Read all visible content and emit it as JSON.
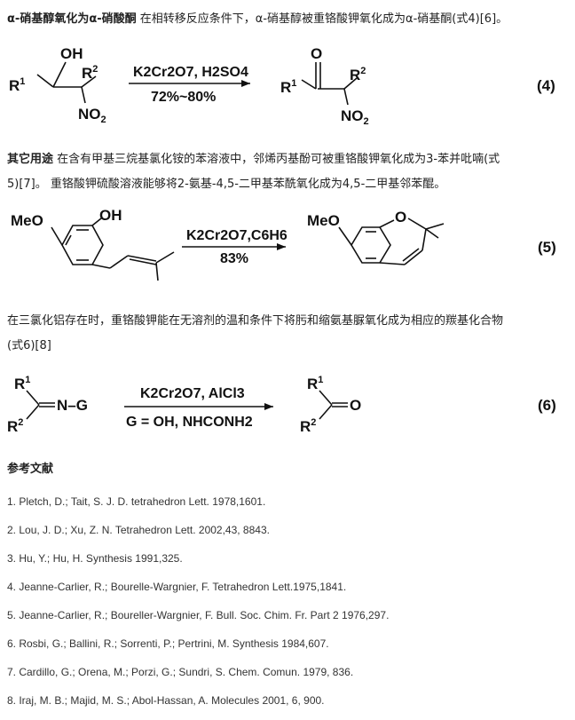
{
  "section1": {
    "heading": "α-硝基醇氧化为α-硝酸酮",
    "text": " 在相转移反应条件下，α-硝基醇被重铬酸钾氧化成为α-硝基酮(式4)[6]。"
  },
  "eq4": {
    "reactant": {
      "oh": "OH",
      "r1": "R",
      "r1_sup": "1",
      "r2": "R",
      "r2_sup": "2",
      "no2": "NO",
      "no2_sub": "2"
    },
    "reagent_top": "K2Cr2O7, H2SO4",
    "reagent_bottom": "72%~80%",
    "product": {
      "o": "O",
      "r1": "R",
      "r1_sup": "1",
      "r2": "R",
      "r2_sup": "2",
      "no2": "NO",
      "no2_sub": "2"
    },
    "number": "(4)"
  },
  "section2": {
    "heading": "其它用途",
    "line1": " 在含有甲基三烷基氯化铵的苯溶液中，邻烯丙基酚可被重铬酸钾氧化成为3-苯并吡喃(式",
    "line2": "5)[7]。 重铬酸钾硫酸溶液能够将2-氨基-4,5-二甲基苯酰氧化成为4,5-二甲基邻苯醌。"
  },
  "eq5": {
    "reactant": {
      "meo": "MeO",
      "oh": "OH"
    },
    "reagent_top": "K2Cr2O7,C6H6",
    "reagent_bottom": "83%",
    "product": {
      "meo": "MeO",
      "o": "O"
    },
    "number": "(5)"
  },
  "section3": {
    "line1": "在三氯化铝存在时，重铬酸钾能在无溶剂的温和条件下将肟和缩氨基脲氧化成为相应的羰基化合物",
    "line2": "(式6)[8]"
  },
  "eq6": {
    "reactant": {
      "r1": "R",
      "r1_sup": "1",
      "r2": "R",
      "r2_sup": "2",
      "ng": "N–G"
    },
    "reagent_top": "K2Cr2O7, AlCl3",
    "reagent_bottom": "G = OH, NHCONH2",
    "product": {
      "r1": "R",
      "r1_sup": "1",
      "r2": "R",
      "r2_sup": "2",
      "o": "O"
    },
    "number": "(6)"
  },
  "references": {
    "title": "参考文献",
    "items": [
      "1. Pletch, D.; Tait, S. J. D. tetrahedron Lett. 1978,1601.",
      "2. Lou, J. D.; Xu, Z. N. Tetrahedron Lett. 2002,43, 8843.",
      "3. Hu, Y.; Hu, H. Synthesis 1991,325.",
      "4. Jeanne-Carlier, R.; Bourelle-Wargnier, F. Tetrahedron Lett.1975,1841.",
      "5. Jeanne-Carlier, R.; Boureller-Wargnier, F. Bull. Soc. Chim. Fr. Part 2 1976,297.",
      "6. Rosbi, G.; Ballini, R.; Sorrenti, P.; Pertrini, M. Synthesis 1984,607.",
      "7. Cardillo, G.; Orena, M.; Porzi, G.; Sundri, S. Chem. Comun. 1979, 836.",
      "8. Iraj, M. B.; Majid, M. S.; Abol-Hassan, A. Molecules 2001, 6, 900."
    ]
  }
}
